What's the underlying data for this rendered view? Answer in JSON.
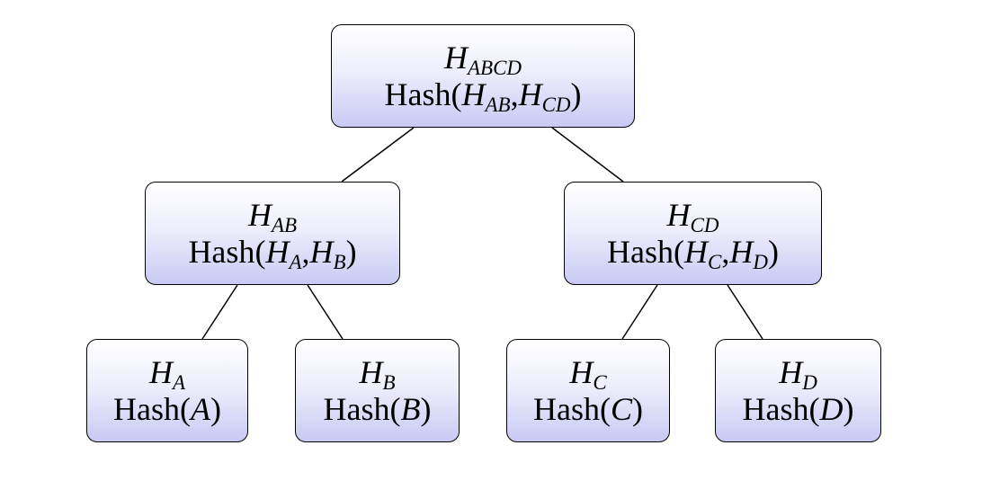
{
  "tree": {
    "colors": {
      "border": "#000000",
      "fill_top": "#ffffff",
      "fill_bottom": "#c9c9f4",
      "edge": "#000000"
    },
    "root": {
      "label_base": "H",
      "label_sub": "ABCD",
      "function": "Hash",
      "arg1_base": "H",
      "arg1_sub": "AB",
      "arg2_base": "H",
      "arg2_sub": "CD"
    },
    "left": {
      "label_base": "H",
      "label_sub": "AB",
      "function": "Hash",
      "arg1_base": "H",
      "arg1_sub": "A",
      "arg2_base": "H",
      "arg2_sub": "B"
    },
    "right": {
      "label_base": "H",
      "label_sub": "CD",
      "function": "Hash",
      "arg1_base": "H",
      "arg1_sub": "C",
      "arg2_base": "H",
      "arg2_sub": "D"
    },
    "leaves": [
      {
        "label_base": "H",
        "label_sub": "A",
        "function": "Hash",
        "arg": "A"
      },
      {
        "label_base": "H",
        "label_sub": "B",
        "function": "Hash",
        "arg": "B"
      },
      {
        "label_base": "H",
        "label_sub": "C",
        "function": "Hash",
        "arg": "C"
      },
      {
        "label_base": "H",
        "label_sub": "D",
        "function": "Hash",
        "arg": "D"
      }
    ]
  }
}
